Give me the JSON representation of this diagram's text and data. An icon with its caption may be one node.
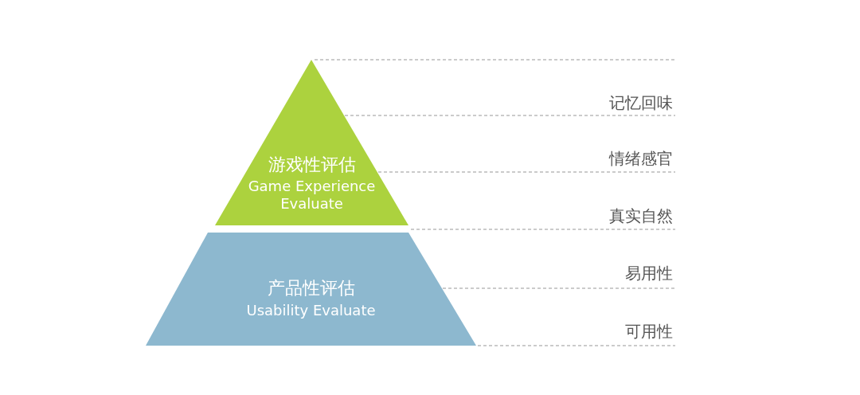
{
  "diagram": {
    "nodes": [
      {
        "text": [
          "游戏性评估",
          "Game Experience Evaluate"
        ]
      },
      {
        "text": [
          "产品性评估",
          "Usability Evaluate"
        ]
      }
    ],
    "labels": [
      "记忆回味",
      "情绪感官",
      "真实自然",
      "易用性",
      "可用性"
    ]
  }
}
